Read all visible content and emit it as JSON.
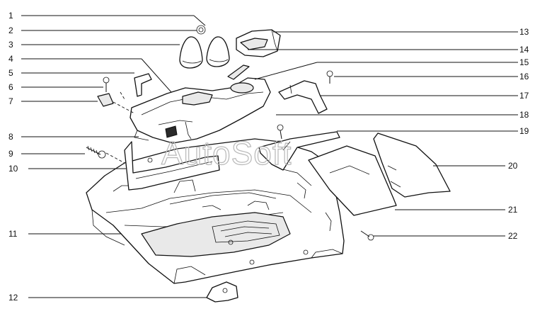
{
  "watermark": "AutoSoft",
  "callouts_left": [
    {
      "id": "c1",
      "label": "1"
    },
    {
      "id": "c2",
      "label": "2"
    },
    {
      "id": "c3",
      "label": "3"
    },
    {
      "id": "c4",
      "label": "4"
    },
    {
      "id": "c5",
      "label": "5"
    },
    {
      "id": "c6",
      "label": "6"
    },
    {
      "id": "c7",
      "label": "7"
    },
    {
      "id": "c8",
      "label": "8"
    },
    {
      "id": "c9",
      "label": "9"
    },
    {
      "id": "c10",
      "label": "10"
    },
    {
      "id": "c11",
      "label": "11"
    },
    {
      "id": "c12",
      "label": "12"
    }
  ],
  "callouts_right": [
    {
      "id": "c13",
      "label": "13"
    },
    {
      "id": "c14",
      "label": "14"
    },
    {
      "id": "c15",
      "label": "15"
    },
    {
      "id": "c16",
      "label": "16"
    },
    {
      "id": "c17",
      "label": "17"
    },
    {
      "id": "c18",
      "label": "18"
    },
    {
      "id": "c19",
      "label": "19"
    },
    {
      "id": "c20",
      "label": "20"
    },
    {
      "id": "c21",
      "label": "21"
    },
    {
      "id": "c22",
      "label": "22"
    }
  ]
}
